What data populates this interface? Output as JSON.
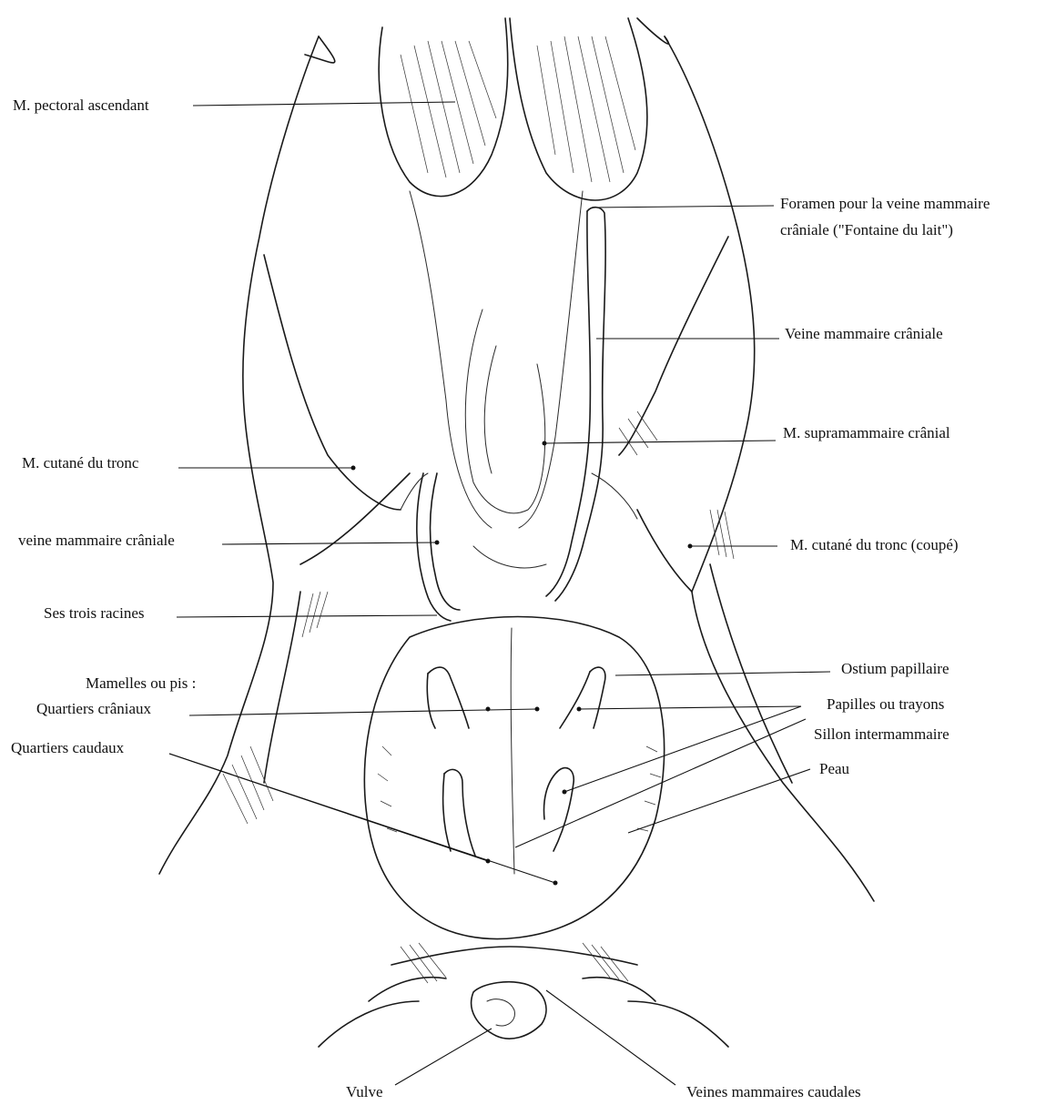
{
  "labels": {
    "pectoral": "M. pectoral ascendant",
    "foramen_line1": "Foramen pour la veine mammaire",
    "foramen_line2": "crâniale (\"Fontaine du lait\")",
    "veine_cran_right": "Veine mammaire crâniale",
    "supramammaire": "M. supramammaire crânial",
    "cutane_left": "M. cutané du tronc",
    "veine_cran_left": "veine mammaire crâniale",
    "cutane_right": "M. cutané du tronc (coupé)",
    "racines": "Ses trois racines",
    "ostium": "Ostium papillaire",
    "mamelles": "Mamelles ou pis :",
    "quartiers_craniaux": "Quartiers crâniaux",
    "papilles": "Papilles ou trayons",
    "sillon": "Sillon intermammaire",
    "quartiers_caudaux": "Quartiers caudaux",
    "peau": "Peau",
    "vulve": "Vulve",
    "veines_caudales": "Veines mammaires caudales"
  }
}
